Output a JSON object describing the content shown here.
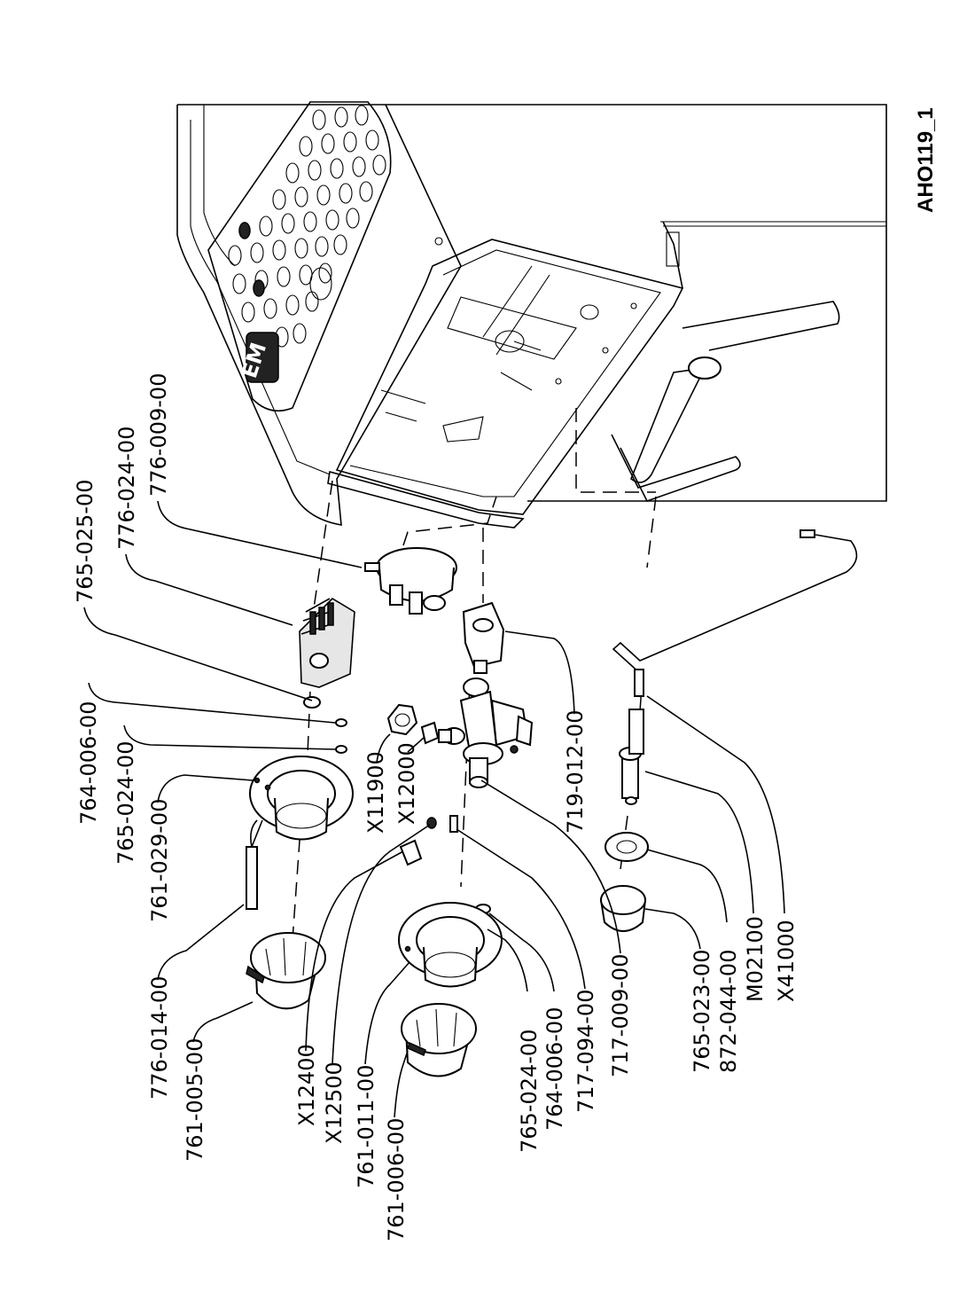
{
  "drawing_id": "AHO119_1",
  "brand_mark": "EM",
  "labels": {
    "l765_025_00": "765-025-00",
    "l776_024_00": "776-024-00",
    "l776_009_00": "776-009-00",
    "l764_006_00_a": "764-006-00",
    "l765_024_00_a": "765-024-00",
    "l761_029_00": "761-029-00",
    "l776_014_00": "776-014-00",
    "l761_005_00": "761-005-00",
    "l719_012_00": "719-012-00",
    "l_x11900": "X11900",
    "l_x12000": "X12000",
    "l_x12400": "X12400",
    "l_x12500": "X12500",
    "l761_011_00": "761-011-00",
    "l761_006_00": "761-006-00",
    "l765_024_00_b": "765-024-00",
    "l764_006_00_b": "764-006-00",
    "l717_094_00": "717-094-00",
    "l717_009_00": "717-009-00",
    "l765_023_00": "765-023-00",
    "l872_044_00": "872-044-00",
    "l_m02100": "M02100",
    "l_x41000": "X41000"
  }
}
